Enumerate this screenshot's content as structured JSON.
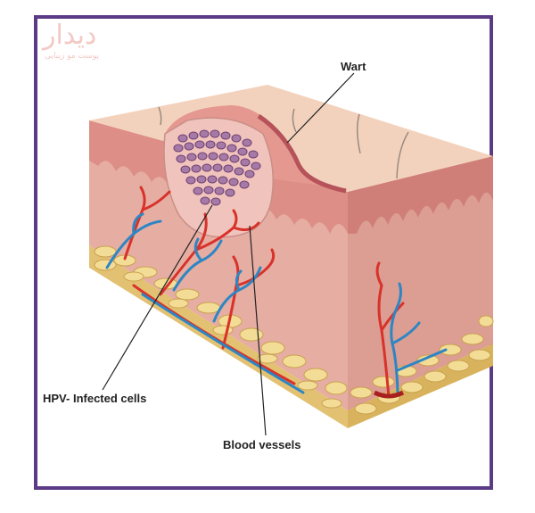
{
  "logo": {
    "text": "دیدار",
    "subtitle": "پوست مو زیبایی"
  },
  "labels": {
    "wart": "Wart",
    "hpv_infected_cells": "HPV- Infected cells",
    "blood_vessels": "Blood vessels"
  },
  "colors": {
    "frame": "#5b3a86",
    "skin_top": "#f3d2bd",
    "epidermis": "#e7a59a",
    "dermis": "#eab7ac",
    "fat": "#f1dc9a",
    "artery": "#d8322a",
    "vein": "#2d86c4"
  }
}
